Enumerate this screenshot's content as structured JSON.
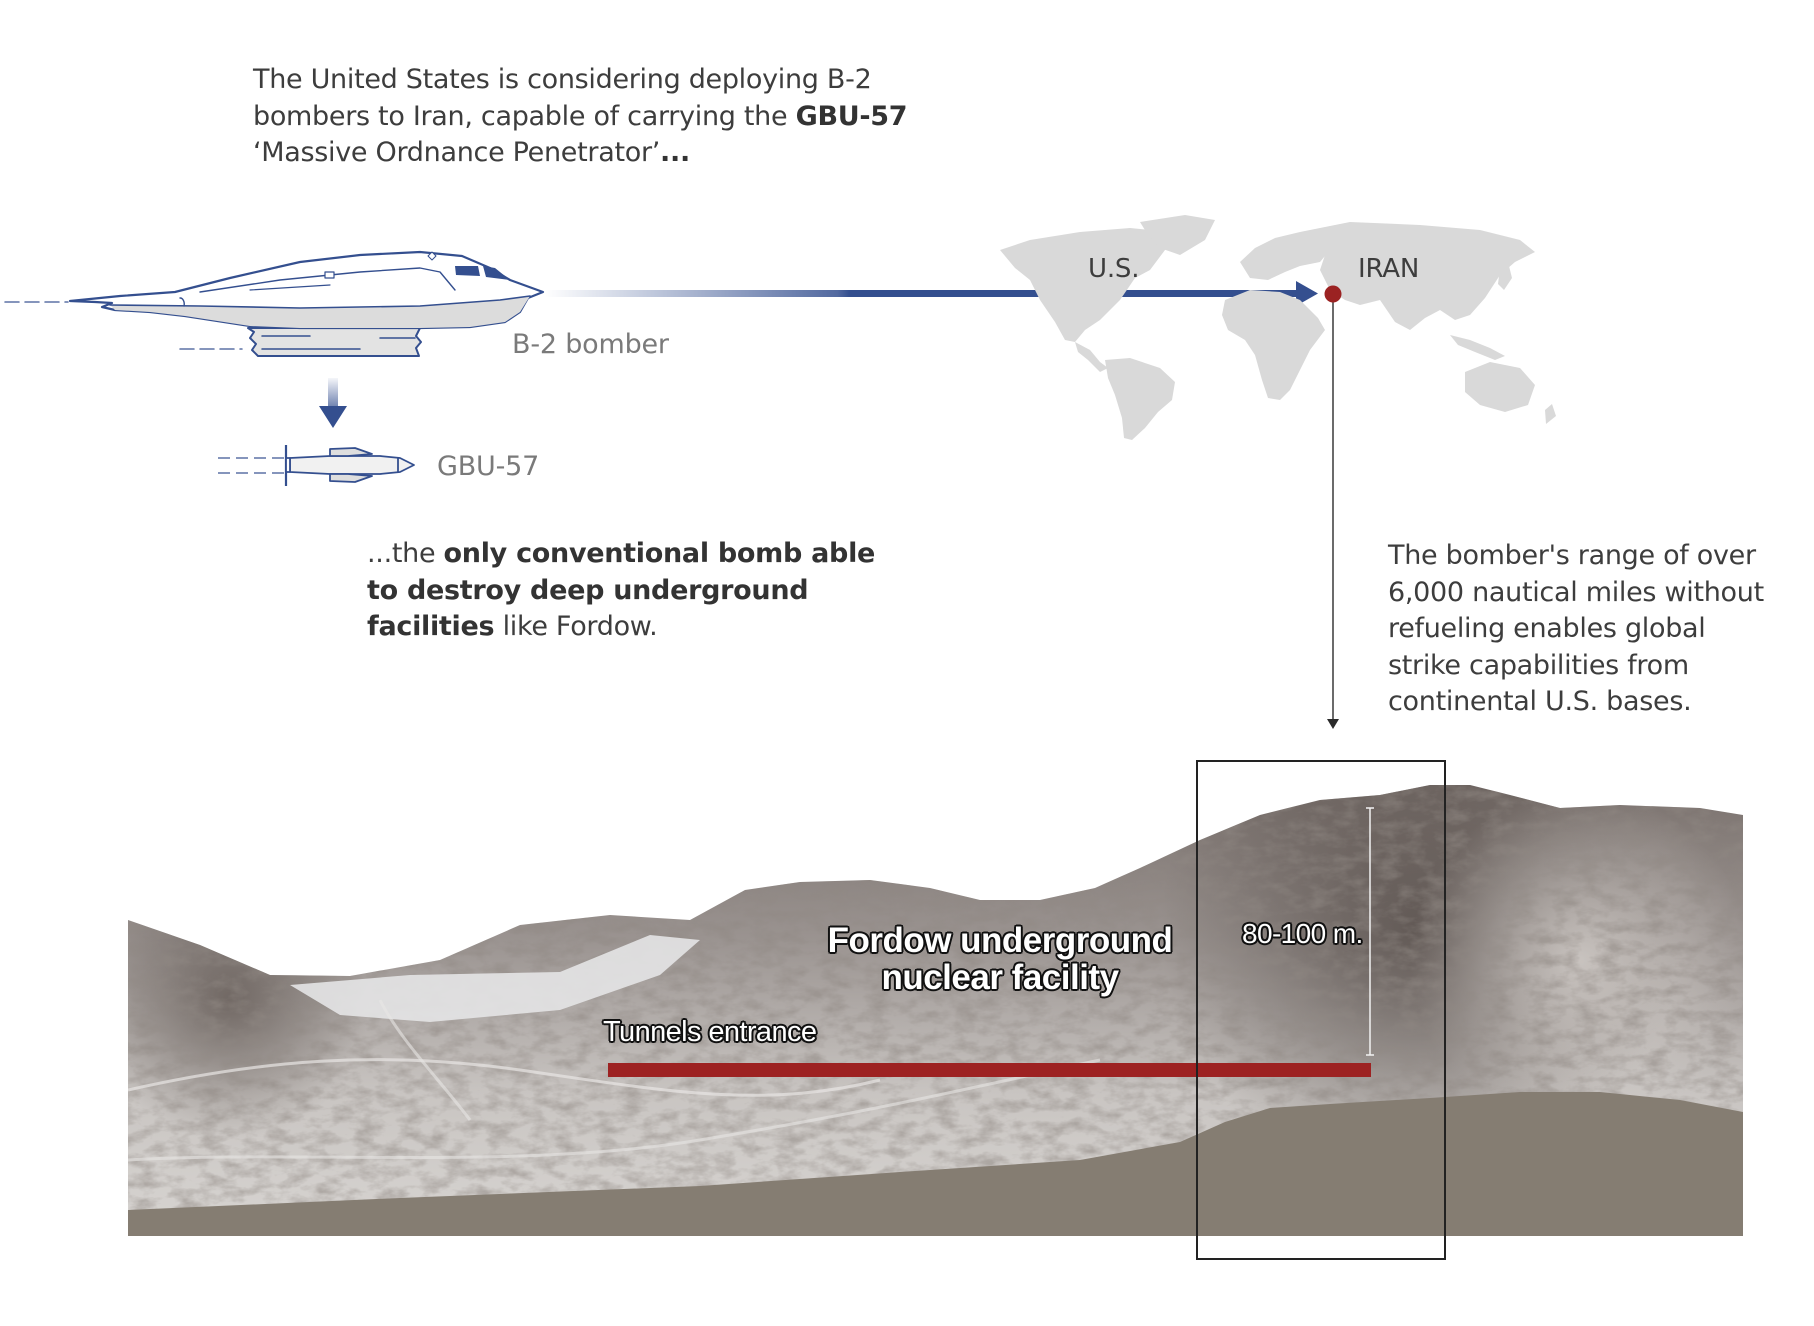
{
  "intro": {
    "line1": "The United States is considering deploying B-2",
    "line2_prefix": "bombers to Iran, capable of carrying the ",
    "line2_bold": "GBU-57",
    "line3_prefix": "‘Massive Ordnance Penetrator’",
    "line3_bold": "..."
  },
  "aircraft": {
    "bomber_label": "B-2 bomber",
    "bomb_label": "GBU-57"
  },
  "capability": {
    "line1_prefix": "...the ",
    "line1_bold": "only conventional bomb able",
    "line2_bold": "to destroy deep underground",
    "line3_bold": "facilities",
    "line3_suffix": " like Fordow."
  },
  "map": {
    "origin_label": "U.S.",
    "target_label": "IRAN"
  },
  "range_note": {
    "lines": [
      "The bomber's range of over",
      "6,000 nautical miles without",
      "refueling enables global",
      "strike capabilities from",
      "continental U.S. bases."
    ]
  },
  "terrain": {
    "facility_line1": "Fordow underground",
    "facility_line2": "nuclear facility",
    "tunnel_label": "Tunnels entrance",
    "depth_label": "80-100 m."
  },
  "colors": {
    "accent_blue": "#344f8f",
    "target_red": "#9b2222",
    "tunnel_red": "#9d2222",
    "map_gray": "#d9d9d9",
    "ground": "#857d72"
  }
}
